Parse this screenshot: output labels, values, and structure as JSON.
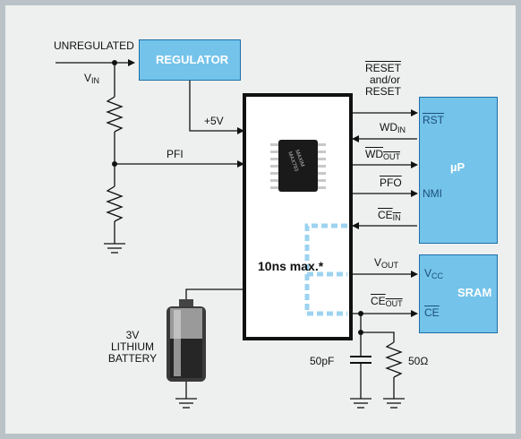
{
  "labels": {
    "unregulated": "UNREGULATED",
    "vin": "V",
    "vin_sub": "IN",
    "regulator": "REGULATOR",
    "plus5v": "+5V",
    "pfi": "PFI",
    "reset_overline": "RESET",
    "and_or": "and/or",
    "reset": "RESET",
    "rst": "RST",
    "wd": "WD",
    "wd_in_sub": "IN",
    "wd_out_sub": "OUT",
    "pfo": "PFO",
    "ce": "CE",
    "ce_in_sub": "IN",
    "ce_out_sub": "OUT",
    "up": "µP",
    "nmi": "NMI",
    "timing": "10ns max.*",
    "vout": "V",
    "vout_sub": "OUT",
    "vcc": "V",
    "vcc_sub": "CC",
    "sram": "SRAM",
    "sram_ce": "CE",
    "battery_voltage": "3V",
    "battery_type": "LITHIUM",
    "battery_word": "BATTERY",
    "capacitor": "50pF",
    "resistor": "50Ω"
  },
  "chip_marking": [
    "MAXIM",
    "MAX793"
  ],
  "colors": {
    "block_fill": "#74c3ea",
    "block_border": "#1b6fa8",
    "background": "#eef0f0",
    "wire": "#111111",
    "dashed_path": "#9dd3f0"
  }
}
